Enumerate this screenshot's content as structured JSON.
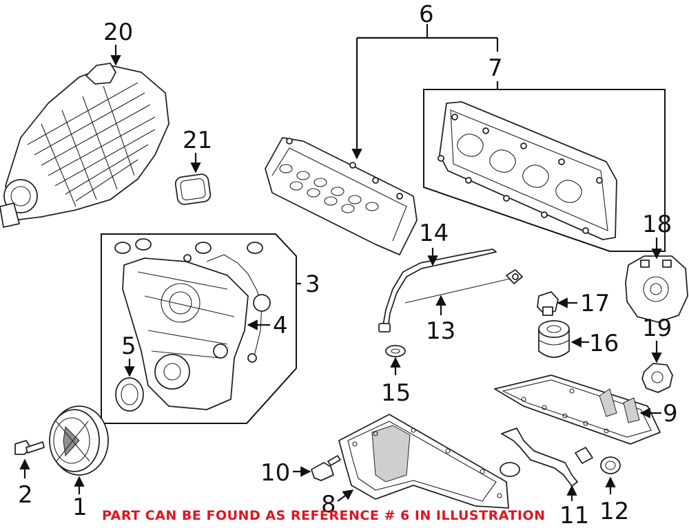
{
  "callouts": {
    "c1": "1",
    "c2": "2",
    "c3": "3",
    "c4": "4",
    "c5": "5",
    "c6": "6",
    "c7": "7",
    "c8": "8",
    "c9": "9",
    "c10": "10",
    "c11": "11",
    "c12": "12",
    "c13": "13",
    "c14": "14",
    "c15": "15",
    "c16": "16",
    "c17": "17",
    "c18": "18",
    "c19": "19",
    "c20": "20",
    "c21": "21"
  },
  "note": "PART CAN BE FOUND AS REFERENCE # 6 IN ILLUSTRATION",
  "colors": {
    "note": "#e0141e",
    "ink": "#111111"
  }
}
